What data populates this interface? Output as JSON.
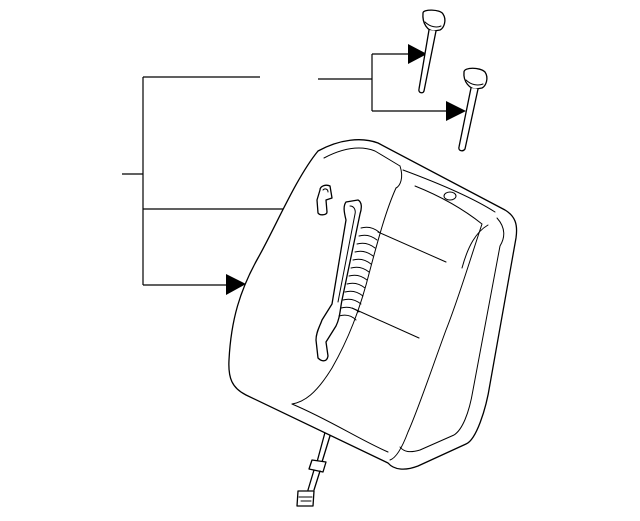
{
  "diagram": {
    "parts": [
      {
        "id": "headrest-guide-1"
      },
      {
        "id": "headrest-guide-2"
      },
      {
        "id": "seat-back-cover"
      },
      {
        "id": "seat-back-pad"
      }
    ],
    "colors": {
      "line": "#000000",
      "background": "#ffffff"
    }
  }
}
